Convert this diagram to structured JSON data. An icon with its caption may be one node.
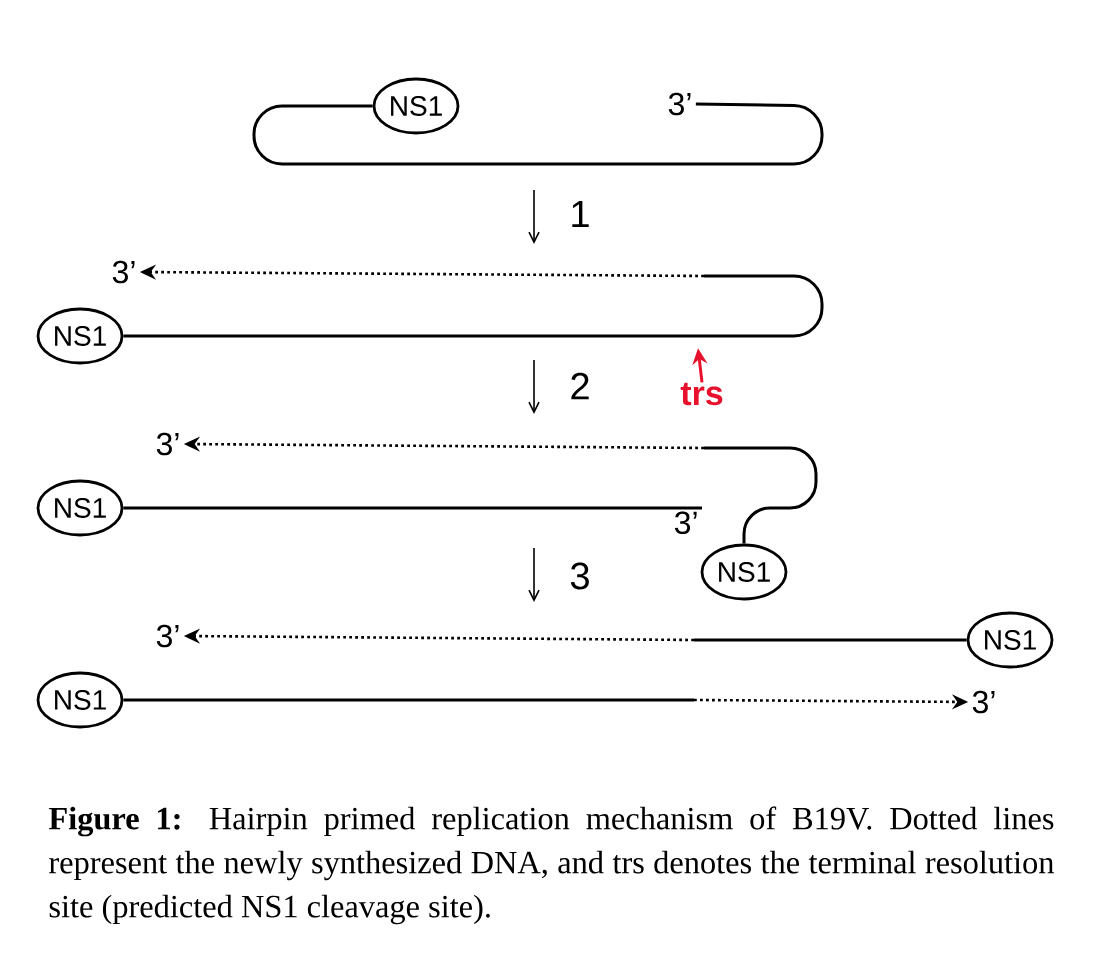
{
  "diagram": {
    "caption": "**Figure 1:** Hairpin primed replication mechanism of B19V. Dotted lines represent the newly synthesized DNA, and trs denotes the terminal resolution site (predicted NS1 cleavage site).",
    "nodes": [
      {
        "text": [
          "NS1"
        ]
      },
      {
        "text": [
          "3’"
        ]
      },
      {
        "text": [
          "3’"
        ]
      },
      {
        "text": [
          "NS1"
        ]
      },
      {
        "text": [
          "trs"
        ]
      },
      {
        "text": [
          "3’"
        ]
      },
      {
        "text": [
          "NS1"
        ]
      },
      {
        "text": [
          "3’"
        ]
      },
      {
        "text": [
          "NS1"
        ]
      },
      {
        "text": [
          "3’"
        ]
      },
      {
        "text": [
          "NS1"
        ]
      },
      {
        "text": [
          "NS1"
        ]
      },
      {
        "text": [
          "3’"
        ]
      }
    ],
    "edges": [
      {
        "from": 0,
        "to": 1,
        "arrow": "none"
      },
      {
        "from": 3,
        "to": null,
        "arrow": "none"
      },
      {
        "from": null,
        "to": 2,
        "arrow": "to",
        "style": "dashed"
      },
      {
        "from": 4,
        "to": null,
        "arrow": "to",
        "color": "#e8112d"
      },
      {
        "from": 6,
        "to": 7,
        "arrow": "none"
      },
      {
        "from": 8,
        "to": 5,
        "arrow": "to",
        "style": "dashed"
      },
      {
        "from": 10,
        "to": null,
        "arrow": "none"
      },
      {
        "from": null,
        "to": 9,
        "arrow": "to",
        "style": "dashed"
      },
      {
        "from": 11,
        "to": null,
        "arrow": "none"
      },
      {
        "from": null,
        "to": 12,
        "arrow": "to",
        "style": "dashed"
      }
    ],
    "labels": [
      "1",
      "2",
      "3"
    ]
  }
}
